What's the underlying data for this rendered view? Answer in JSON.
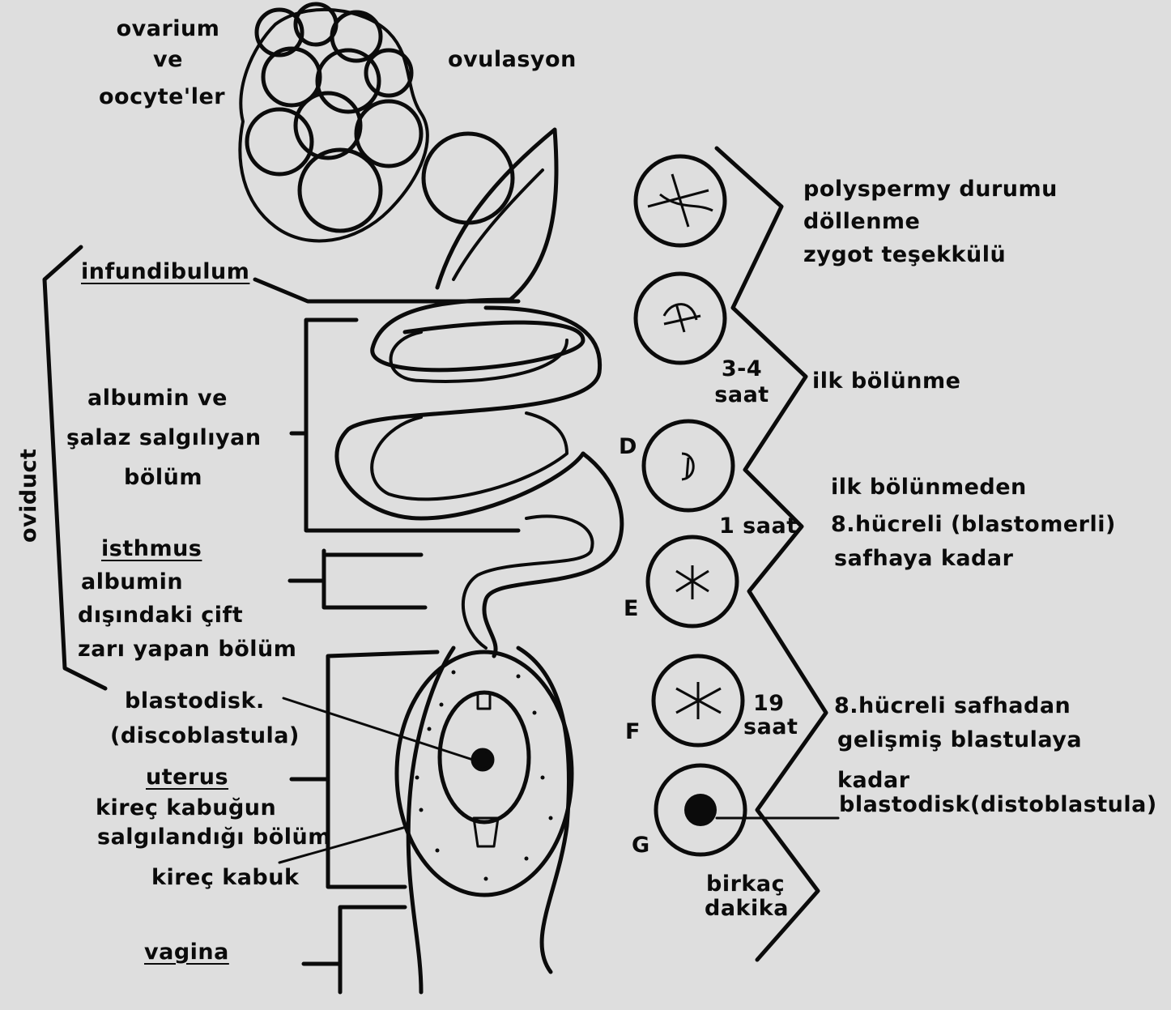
{
  "labels": {
    "ovarium_1": "ovarium",
    "ovarium_2": "ve",
    "ovarium_3": "oocyte'ler",
    "ovulasyon": "ovulasyon",
    "infundibulum": "infundibulum",
    "albumin_1": "albumin ve",
    "albumin_2": "şalaz salgılıyan",
    "albumin_3": "bölüm",
    "oviduct": "oviduct",
    "isthmus": "isthmus",
    "isthmus_1": "albumin",
    "isthmus_2": "dışındaki çift",
    "isthmus_3": "zarı yapan bölüm",
    "blastodisk_1": "blastodisk.",
    "blastodisk_2": "(discoblastula)",
    "uterus": "uterus",
    "uterus_1": "kireç kabuğun",
    "uterus_2": "salgılandığı bölüm",
    "kirec_kabuk": "kireç kabuk",
    "vagina": "vagina",
    "right_1": "polyspermy durumu",
    "right_2": "döllenme",
    "right_3": "zygot teşekkülü",
    "ilk_bolunme": "ilk bölünme",
    "ilk_bolunmeden_1": "ilk bölünmeden",
    "ilk_bolunmeden_2": "8.hücreli (blastomerli)",
    "ilk_bolunmeden_3": "safhaya kadar",
    "sekiz_1": "8.hücreli safhadan",
    "sekiz_2": "gelişmiş blastulaya",
    "sekiz_3": "kadar",
    "blastodisk_right": "blastodisk(distoblastula)",
    "time_34_1": "3-4",
    "time_34_2": "saat",
    "time_1saat": "1 saat",
    "time_19_1": "19",
    "time_19_2": "saat",
    "time_birkac_1": "birkaç",
    "time_birkac_2": "dakika",
    "letter_d": "D",
    "letter_e": "E",
    "letter_f": "F",
    "letter_g": "G"
  },
  "colors": {
    "ink": "#0b0b0b",
    "paper": "#dedede"
  }
}
